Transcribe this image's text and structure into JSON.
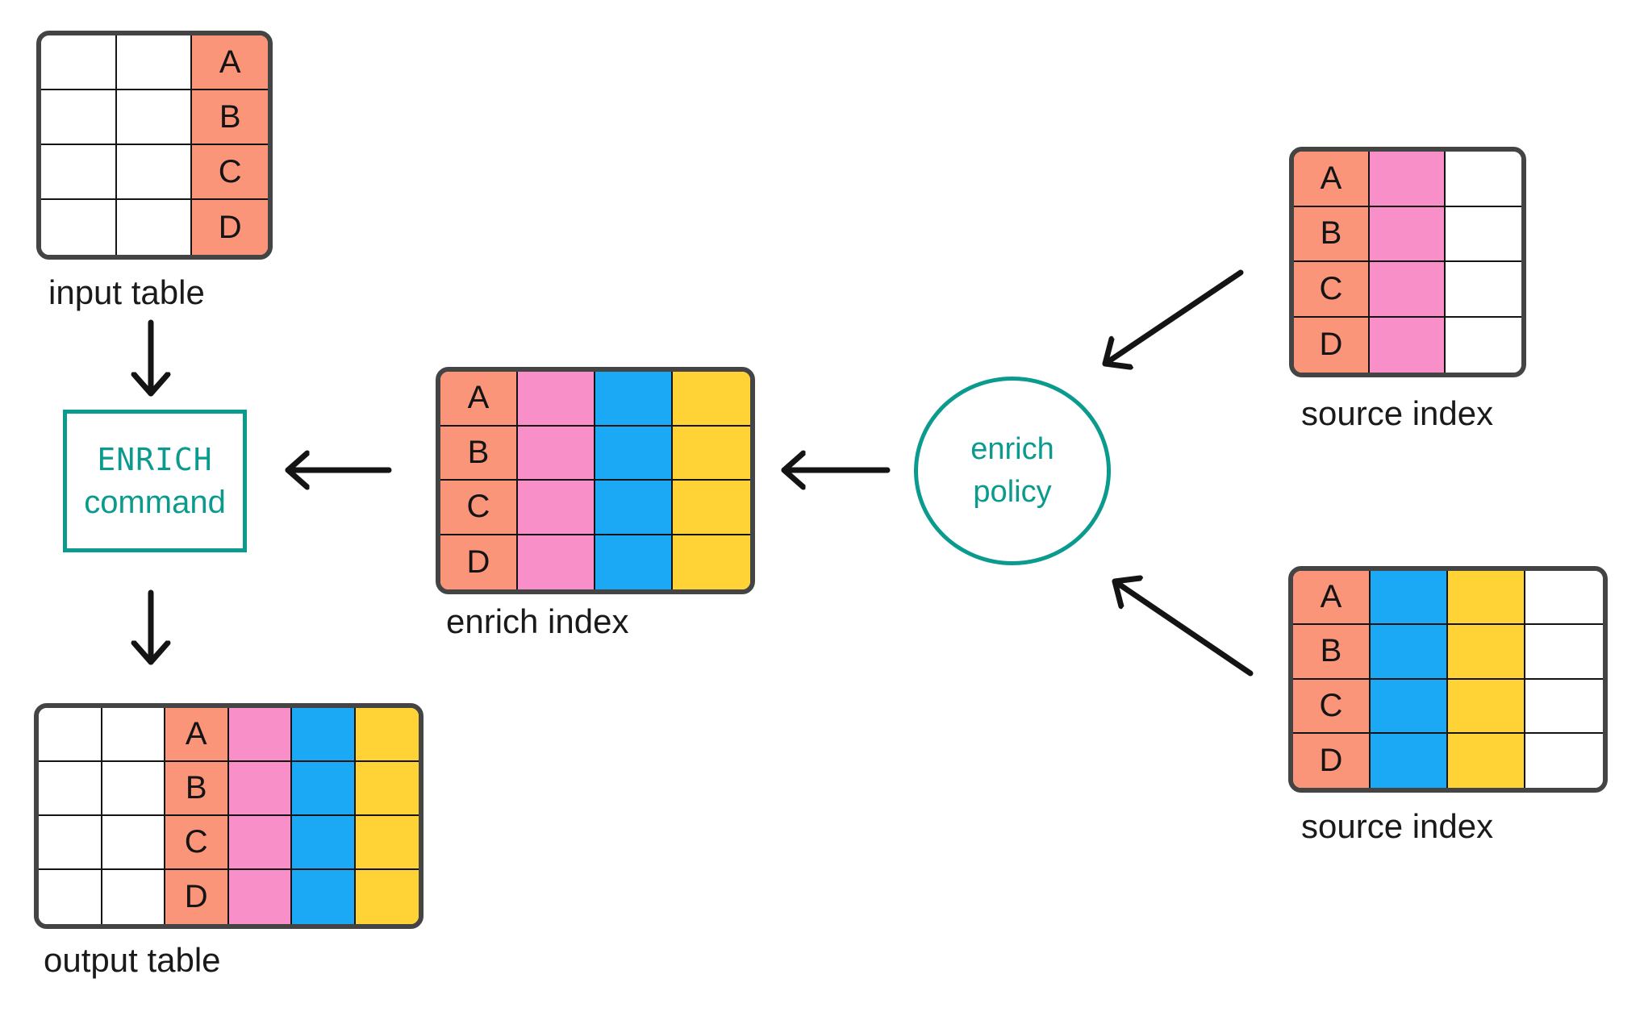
{
  "colors": {
    "salmon": "#FA9579",
    "pink": "#F98FC8",
    "blue": "#1BA9F5",
    "yellow": "#FFD336",
    "white": "#FFFFFF",
    "teal": "#0A9B8E",
    "ink": "#1A1A1A",
    "frame": "#444444"
  },
  "letters": [
    "A",
    "B",
    "C",
    "D"
  ],
  "tables": {
    "input": {
      "label": "input table",
      "columns": [
        "white",
        "white",
        "salmon"
      ],
      "letter_col": 2
    },
    "enrich_index": {
      "label": "enrich index",
      "columns": [
        "salmon",
        "pink",
        "blue",
        "yellow"
      ],
      "letter_col": 0
    },
    "source_top": {
      "label": "source index",
      "columns": [
        "salmon",
        "pink",
        "white"
      ],
      "letter_col": 0
    },
    "source_bottom": {
      "label": "source index",
      "columns": [
        "salmon",
        "blue",
        "yellow",
        "white"
      ],
      "letter_col": 0
    },
    "output": {
      "label": "output table",
      "columns": [
        "white",
        "white",
        "salmon",
        "pink",
        "blue",
        "yellow"
      ],
      "letter_col": 2
    }
  },
  "nodes": {
    "command": {
      "line1": "ENRICH",
      "line2": "command"
    },
    "policy": {
      "line1": "enrich",
      "line2": "policy"
    }
  }
}
